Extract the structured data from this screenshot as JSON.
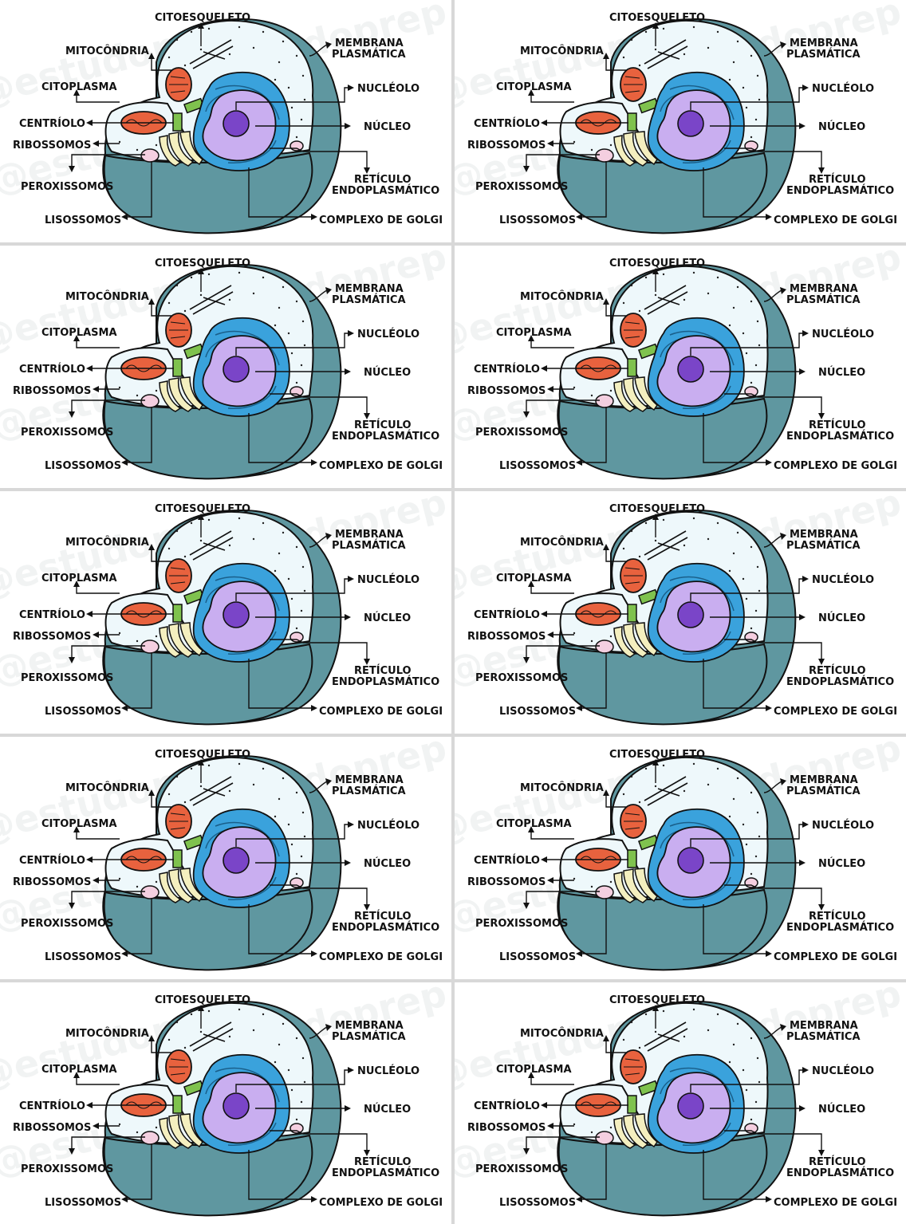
{
  "watermark": "@estudoprep",
  "card_count": 10,
  "labels": {
    "citoesqueleto": "CITOESQUELETO",
    "membrana_1": "MEMBRANA",
    "membrana_2": "PLASMÁTICA",
    "mitocondria": "MITOCÔNDRIA",
    "citoplasma": "CITOPLASMA",
    "nucleolo": "NUCLÉOLO",
    "centriolo": "CENTRÍOLO",
    "nucleo": "NÚCLEO",
    "ribossomos": "RIBOSSOMOS",
    "peroxissomos": "PEROXISSOMOS",
    "reticulo_1": "RETÍCULO",
    "reticulo_2": "ENDOPLASMÁTICO",
    "lisossomos": "LISOSSOMOS",
    "golgi": "COMPLEXO DE GOLGI"
  },
  "colors": {
    "membrane": "#5f97a0",
    "cytoplasm": "#eef8fb",
    "nuclear_envelope": "#3aa2dc",
    "nucleus": "#c9aef0",
    "nucleolus": "#7a45c8",
    "mitochondria": "#e8623e",
    "golgi": "#f4efbf",
    "centriole": "#7fc24e",
    "lysosome": "#f4cfe0"
  }
}
